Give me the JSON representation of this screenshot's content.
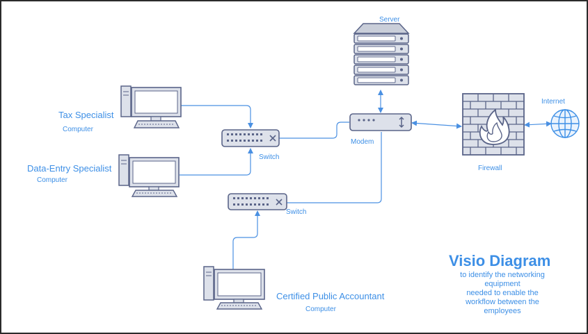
{
  "title": "Visio Diagram",
  "description": [
    "to identify the networking",
    "equipment",
    "needed to enable the",
    "workflow between the",
    "employees"
  ],
  "nodes": {
    "server": "Server",
    "modem": "Modem",
    "firewall": "Firewall",
    "internet": "Internet",
    "switch_top": "Switch",
    "switch_bottom": "Switch",
    "tax_specialist": {
      "name": "Tax Specialist",
      "type": "Computer"
    },
    "data_entry": {
      "name": "Data-Entry Specialist",
      "type": "Computer"
    },
    "cpa": {
      "name": "Certified Public Accountant",
      "type": "Computer"
    }
  },
  "colors": {
    "accent": "#3d8fe6",
    "line": "#4a90e2",
    "device_fill": "#dde1ea",
    "device_stroke": "#5a6488"
  }
}
